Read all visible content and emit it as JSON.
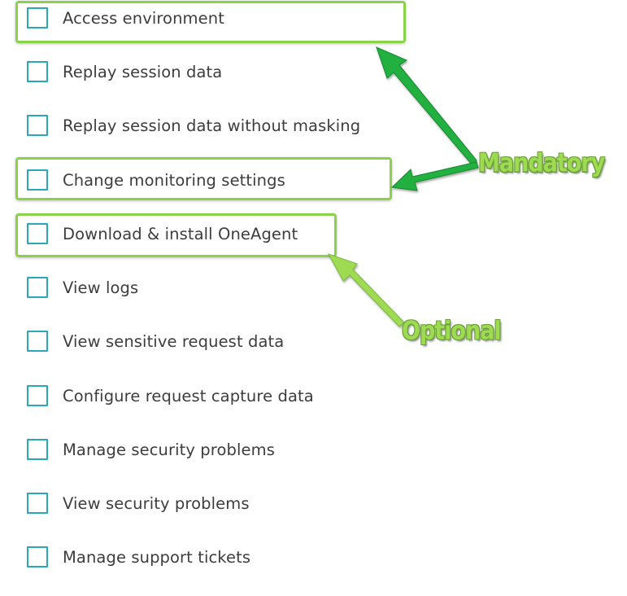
{
  "permissions": [
    {
      "label": "Access environment",
      "checked": false
    },
    {
      "label": "Replay session data",
      "checked": false
    },
    {
      "label": "Replay session data without masking",
      "checked": false
    },
    {
      "label": "Change monitoring settings",
      "checked": false
    },
    {
      "label": "Download & install OneAgent",
      "checked": false
    },
    {
      "label": "View logs",
      "checked": false
    },
    {
      "label": "View sensitive request data",
      "checked": false
    },
    {
      "label": "Configure request capture data",
      "checked": false
    },
    {
      "label": "Manage security problems",
      "checked": false
    },
    {
      "label": "View security problems",
      "checked": false
    },
    {
      "label": "Manage support tickets",
      "checked": false
    }
  ],
  "annotations": {
    "mandatory_label": "Mandatory",
    "optional_label": "Optional",
    "mandatory_color": "#1fae3f",
    "optional_color": "#9edb52",
    "highlight_color": "#8ad24a"
  },
  "colors": {
    "checkbox_border": "#2aa7b8",
    "label_text": "#3d3d3d"
  }
}
